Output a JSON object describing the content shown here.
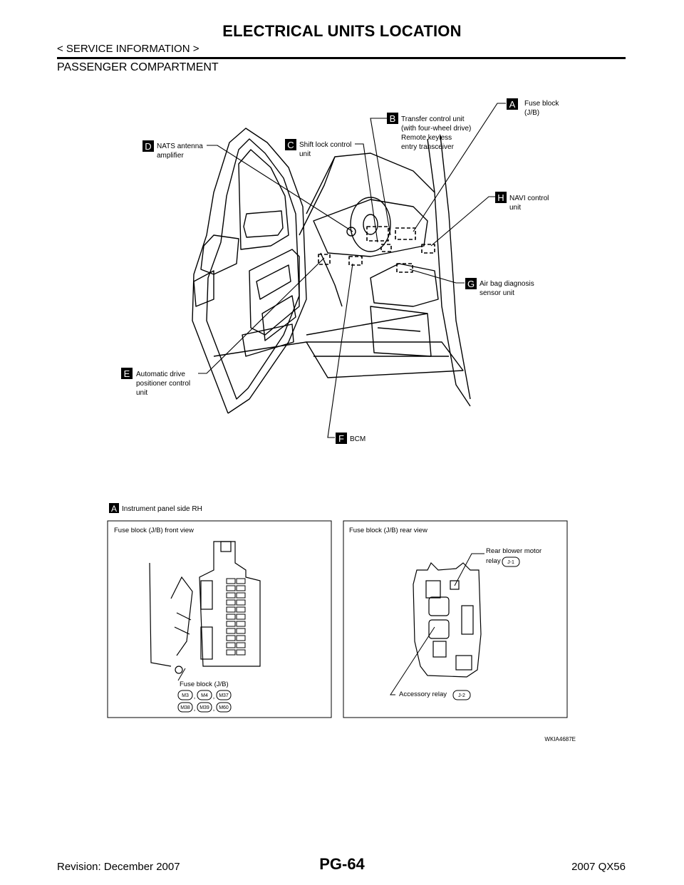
{
  "header": {
    "title": "ELECTRICAL UNITS LOCATION",
    "breadcrumb": "< SERVICE INFORMATION >",
    "section": "PASSENGER COMPARTMENT"
  },
  "callouts": {
    "A": {
      "letter": "A",
      "line1": "Fuse block",
      "line2": "(J/B)"
    },
    "B": {
      "letter": "B",
      "line1": "Transfer control unit",
      "line2": "(with four-wheel drive)",
      "line3": "Remote keyless",
      "line4": "entry transceiver"
    },
    "C": {
      "letter": "C",
      "line1": "Shift lock control",
      "line2": "unit"
    },
    "D": {
      "letter": "D",
      "line1": "NATS antenna",
      "line2": "amplifier"
    },
    "E": {
      "letter": "E",
      "line1": "Automatic drive",
      "line2": "positioner control",
      "line3": "unit"
    },
    "F": {
      "letter": "F",
      "line1": "BCM"
    },
    "G": {
      "letter": "G",
      "line1": "Air bag diagnosis",
      "line2": "sensor unit"
    },
    "H": {
      "letter": "H",
      "line1": "NAVI control",
      "line2": "unit"
    }
  },
  "detail": {
    "letter": "A",
    "heading": "Instrument panel side RH",
    "front": {
      "title": "Fuse block (J/B) front view",
      "label": "Fuse block (J/B)",
      "connectors_row1": [
        "M3",
        "M4",
        "M37"
      ],
      "connectors_row2": [
        "M38",
        "M39",
        "M60"
      ]
    },
    "rear": {
      "title": "Fuse block (J/B) rear view",
      "relay1_line1": "Rear blower motor",
      "relay1_line2": "relay",
      "relay1_tag": "J-1",
      "relay2": "Accessory relay",
      "relay2_tag": "J-2"
    }
  },
  "figure_code": "WKIA4687E",
  "footer": {
    "revision": "Revision: December 2007",
    "page": "PG-64",
    "model": "2007 QX56"
  }
}
